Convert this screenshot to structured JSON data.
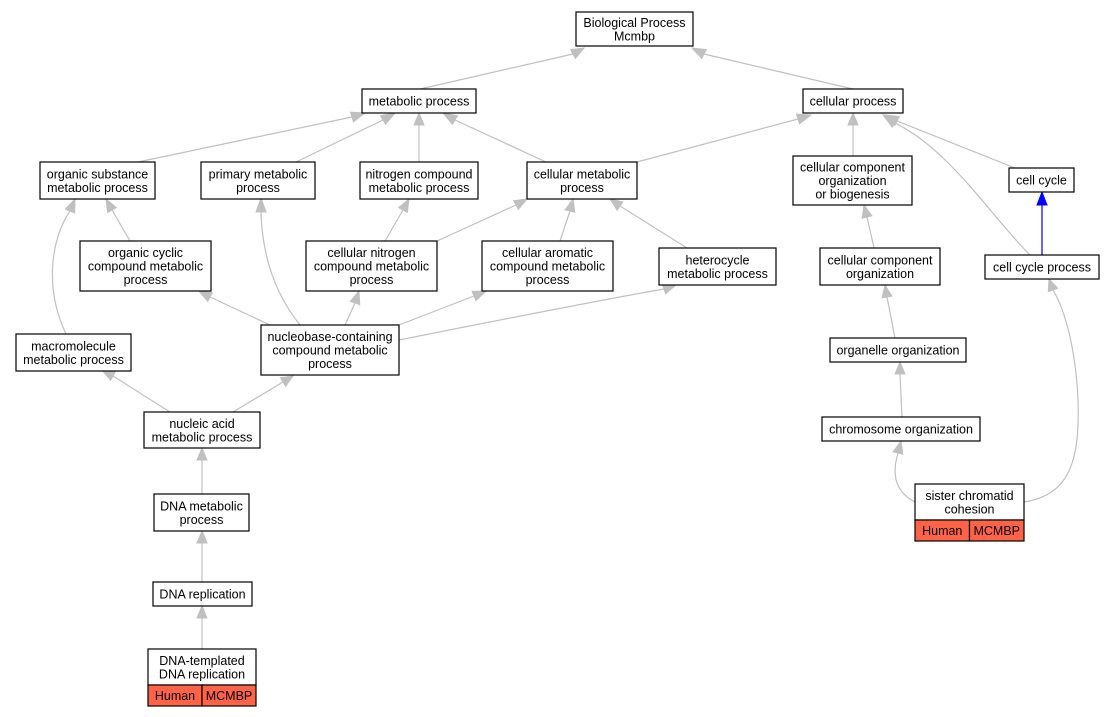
{
  "nodes": {
    "bp": {
      "lines": [
        "Biological Process",
        "Mcmbp"
      ]
    },
    "metabolic": {
      "lines": [
        "metabolic process"
      ]
    },
    "cellular": {
      "lines": [
        "cellular process"
      ]
    },
    "orgsub": {
      "lines": [
        "organic substance",
        "metabolic process"
      ]
    },
    "primary": {
      "lines": [
        "primary metabolic",
        "process"
      ]
    },
    "nitrogen": {
      "lines": [
        "nitrogen compound",
        "metabolic process"
      ]
    },
    "cellmet": {
      "lines": [
        "cellular metabolic",
        "process"
      ]
    },
    "ccob": {
      "lines": [
        "cellular component",
        "organization",
        "or biogenesis"
      ]
    },
    "cellcycle": {
      "lines": [
        "cell cycle"
      ]
    },
    "orgcyclic": {
      "lines": [
        "organic cyclic",
        "compound metabolic",
        "process"
      ]
    },
    "cellnitro": {
      "lines": [
        "cellular nitrogen",
        "compound metabolic",
        "process"
      ]
    },
    "cellarom": {
      "lines": [
        "cellular aromatic",
        "compound metabolic",
        "process"
      ]
    },
    "hetero": {
      "lines": [
        "heterocycle",
        "metabolic process"
      ]
    },
    "cco": {
      "lines": [
        "cellular component",
        "organization"
      ]
    },
    "ccp": {
      "lines": [
        "cell cycle process"
      ]
    },
    "macro": {
      "lines": [
        "macromolecule",
        "metabolic process"
      ]
    },
    "nucleobase": {
      "lines": [
        "nucleobase-containing",
        "compound metabolic",
        "process"
      ]
    },
    "organelle": {
      "lines": [
        "organelle organization"
      ]
    },
    "chromosome": {
      "lines": [
        "chromosome organization"
      ]
    },
    "nucleic": {
      "lines": [
        "nucleic acid",
        "metabolic process"
      ]
    },
    "sister": {
      "lines": [
        "sister chromatid",
        "cohesion"
      ],
      "tags": [
        "Human",
        "MCMBP"
      ]
    },
    "dnamet": {
      "lines": [
        "DNA metabolic",
        "process"
      ]
    },
    "dnarep": {
      "lines": [
        "DNA replication"
      ]
    },
    "dnatemp": {
      "lines": [
        "DNA-templated",
        "DNA replication"
      ],
      "tags": [
        "Human",
        "MCMBP"
      ]
    }
  },
  "colors": {
    "edge": "#c0c0c0",
    "highlight_edge": "#0000ff",
    "tag_fill": "#ff6347",
    "node_border": "#000000"
  }
}
